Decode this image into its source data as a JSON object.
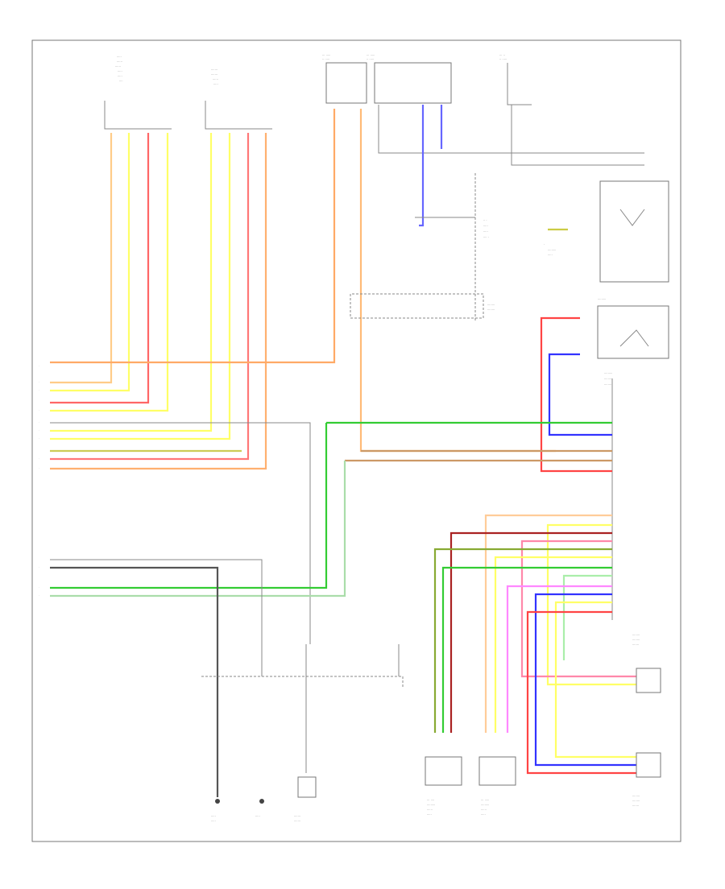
{
  "diagram": {
    "code": "",
    "components": [
      {
        "id": "front-left-speaker",
        "label": ""
      },
      {
        "id": "front-right-speaker",
        "label": ""
      },
      {
        "id": "hot-at-all-times-1",
        "label": ""
      },
      {
        "id": "hot-at-all-times-2",
        "label": ""
      },
      {
        "id": "hot-in-run",
        "label": ""
      },
      {
        "id": "radio-fuse",
        "label": ""
      },
      {
        "id": "relay-panel",
        "label": ""
      },
      {
        "id": "overhead-mic",
        "label": ""
      },
      {
        "id": "antenna-junction",
        "label": ""
      },
      {
        "id": "radio-receiver",
        "label": ""
      },
      {
        "id": "rear-left-speaker",
        "label": ""
      },
      {
        "id": "rear-right-speaker",
        "label": ""
      },
      {
        "id": "left-rear-door-speaker",
        "label": ""
      },
      {
        "id": "right-rear-door-speaker",
        "label": ""
      },
      {
        "id": "ground-g1",
        "label": ""
      },
      {
        "id": "ground-g2",
        "label": ""
      },
      {
        "id": "ground-g3",
        "label": ""
      }
    ],
    "wire_colors": {
      "orange": "#ffb070",
      "yellow": "#ffff66",
      "red": "#ff4444",
      "green": "#33cc33",
      "blue": "#3333ff",
      "purple": "#7777ff",
      "brown": "#cc9966",
      "darkred": "#aa2222",
      "lightgreen": "#88ee88",
      "olive": "#88aa33",
      "pink": "#ff77ff",
      "gray": "#888888"
    }
  }
}
